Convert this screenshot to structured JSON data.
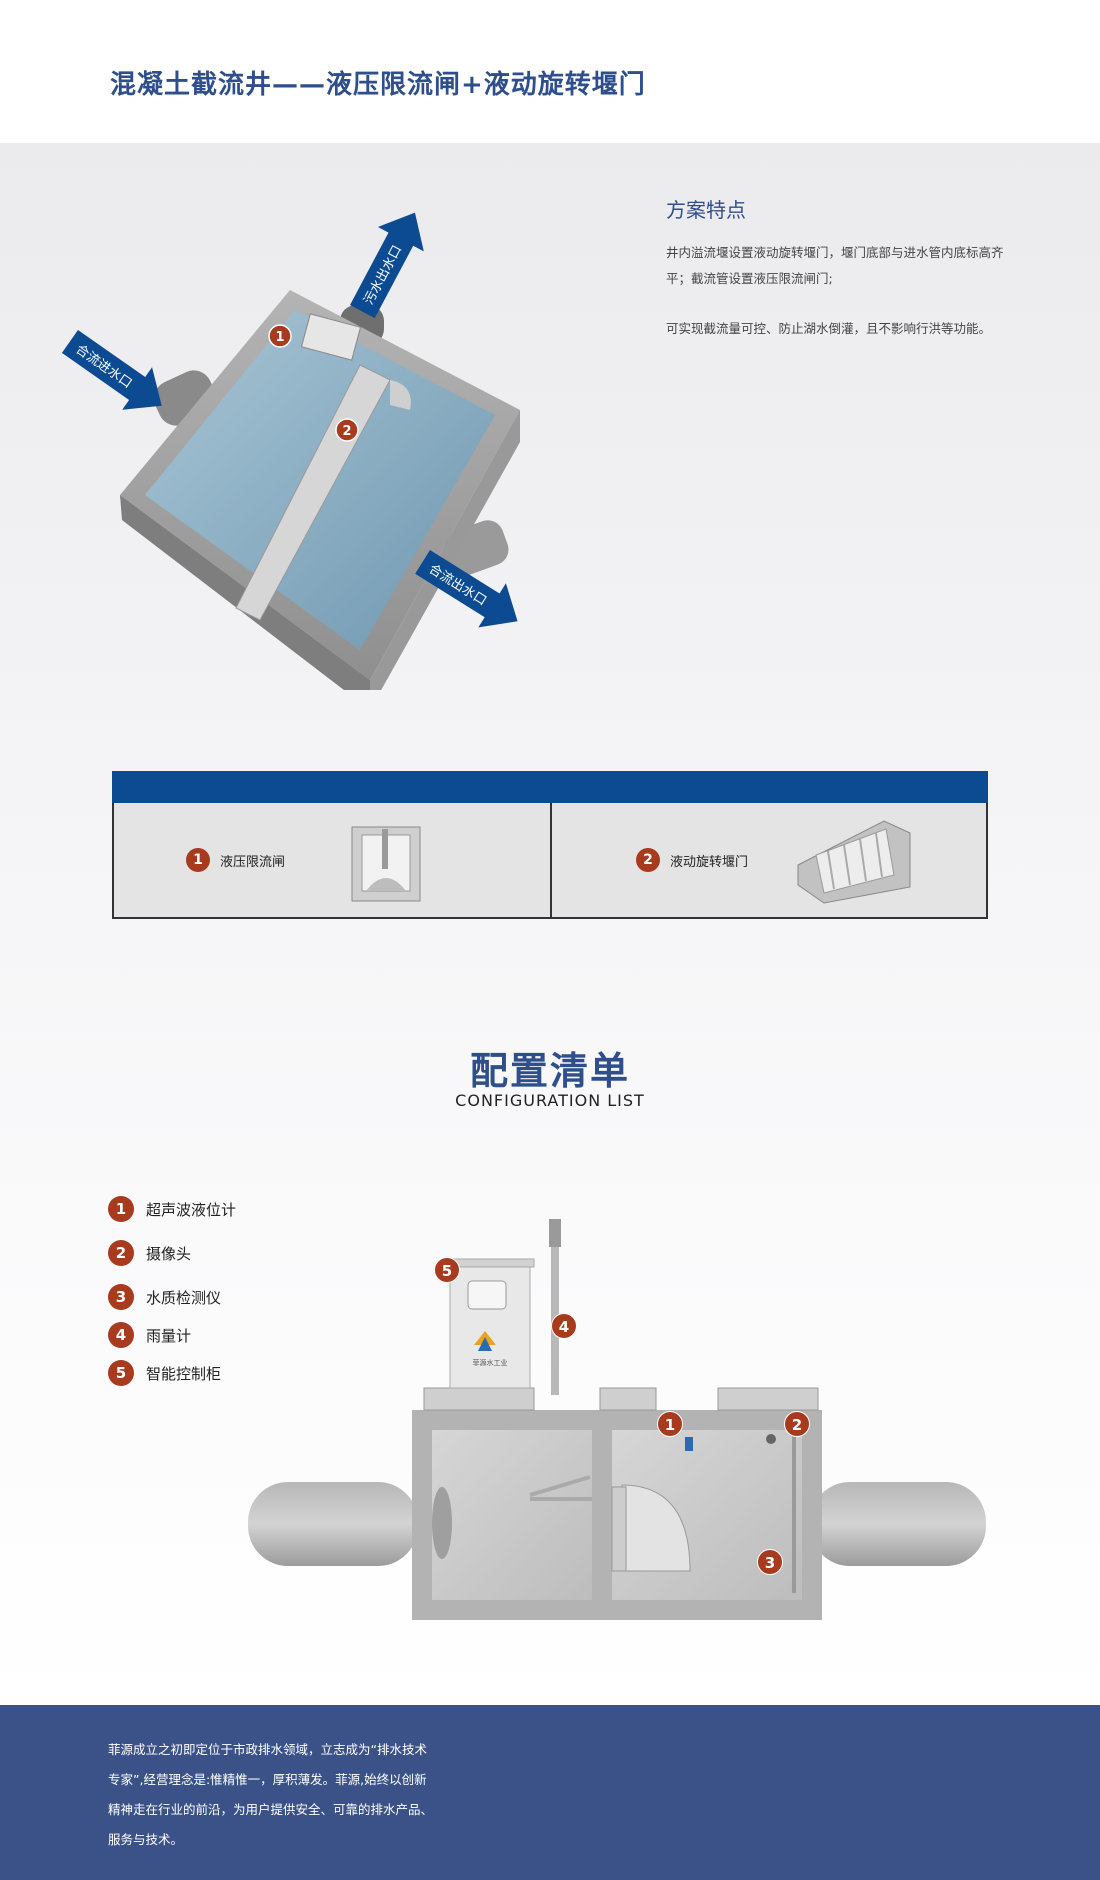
{
  "page_title": "混凝土截流井——液压限流闸+液动旋转堰门",
  "diagram_labels": {
    "inlet": "合流进水口",
    "sewage_outlet": "污水出水口",
    "combined_outlet": "合流出水口",
    "marker_1": "1",
    "marker_2": "2"
  },
  "features": {
    "heading": "方案特点",
    "paragraph_1": "井内溢流堰设置液动旋转堰门，堰门底部与进水管内底标高齐平；截流管设置液压限流闸门;",
    "paragraph_2": "可实现截流量可控、防止湖水倒灌，且不影响行洪等功能。"
  },
  "component_table": {
    "cells": [
      {
        "num": "1",
        "label": "液压限流闸"
      },
      {
        "num": "2",
        "label": "液动旋转堰门"
      }
    ]
  },
  "config": {
    "title": "配置清单",
    "subtitle": "CONFIGURATION LIST",
    "items": [
      {
        "num": "1",
        "label": "超声波液位计"
      },
      {
        "num": "2",
        "label": "摄像头"
      },
      {
        "num": "3",
        "label": "水质检测仪"
      },
      {
        "num": "4",
        "label": "雨量计"
      },
      {
        "num": "5",
        "label": "智能控制柜"
      }
    ],
    "cabinet_logo_text": "菲源水工业"
  },
  "footer": {
    "text": "菲源成立之初即定位于市政排水领域，立志成为“排水技术专家”,经营理念是:惟精惟一，厚积薄发。菲源,始终以创新精神走在行业的前沿，为用户提供安全、可靠的排水产品、服务与技术。"
  },
  "colors": {
    "title_blue": "#2f4e8c",
    "arrow_blue": "#0c4a91",
    "badge_red": "#a83a1e",
    "footer_bg": "#3b5289",
    "water": "#8fb3c8",
    "concrete": "#a9a9a9"
  }
}
